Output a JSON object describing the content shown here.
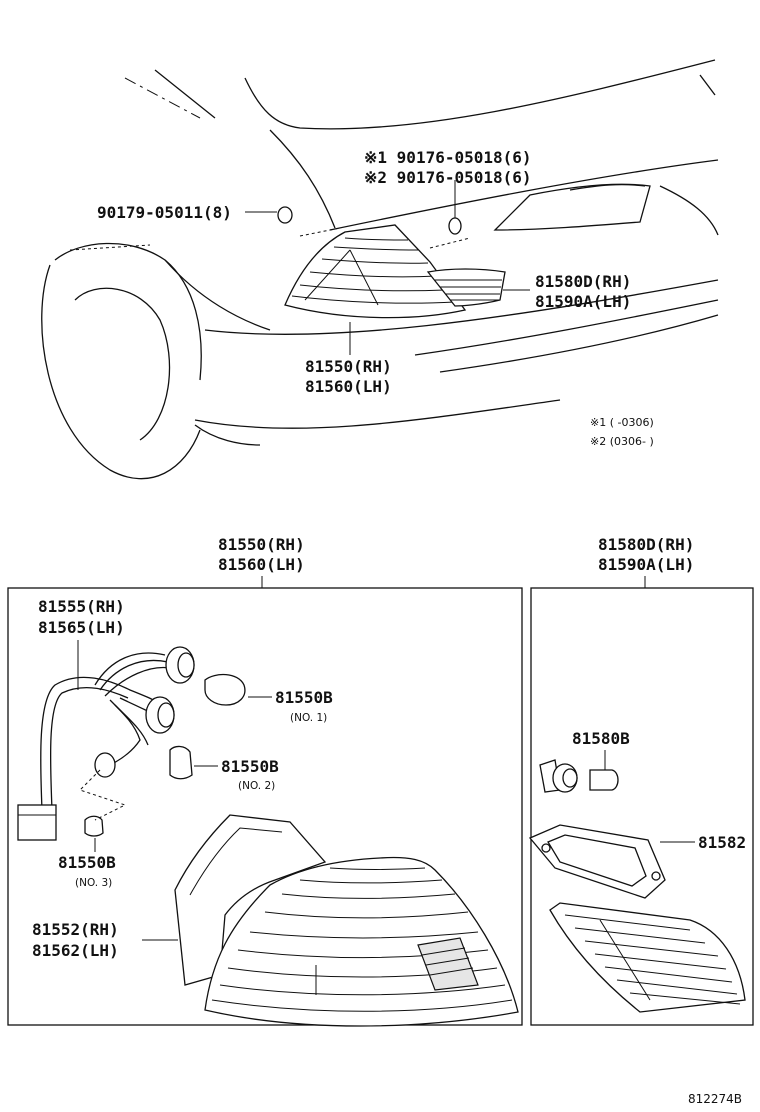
{
  "top": {
    "clip_label": "90179-05011(8)",
    "screw_label_1": "※1 90176-05018(6)",
    "screw_label_2": "※2 90176-05018(6)",
    "inner_rh": "81580D(RH)",
    "inner_lh": "81590A(LH)",
    "lamp_rh": "81550(RH)",
    "lamp_lh": "81560(LH)",
    "note_1": "※1 (      -0306)",
    "note_2": "※2 (0306-      )"
  },
  "left_box": {
    "title_rh": "81550(RH)",
    "title_lh": "81560(LH)",
    "socket_rh": "81555(RH)",
    "socket_lh": "81565(LH)",
    "bulb1_part": "81550B",
    "bulb1_no": "(NO. 1)",
    "bulb2_part": "81550B",
    "bulb2_no": "(NO. 2)",
    "bulb3_part": "81550B",
    "bulb3_no": "(NO. 3)",
    "lens_rh": "81552(RH)",
    "lens_lh": "81562(LH)"
  },
  "right_box": {
    "title_rh": "81580D(RH)",
    "title_lh": "81590A(LH)",
    "bulb_part": "81580B",
    "gasket_part": "81582"
  },
  "figure_id": "812274B"
}
